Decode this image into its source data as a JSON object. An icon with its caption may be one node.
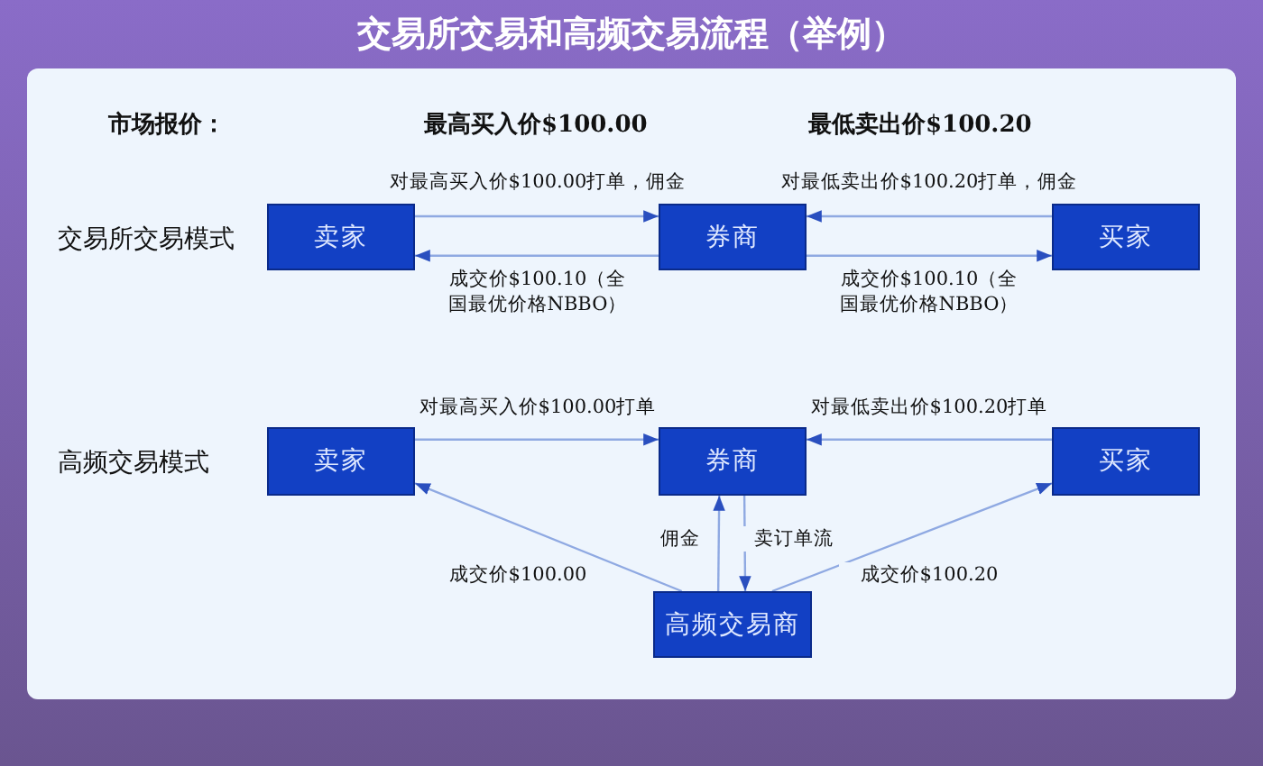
{
  "diagram": {
    "title": "交易所交易和高频交易流程（举例）",
    "nodes": [
      {
        "text": [
          "卖家"
        ]
      },
      {
        "text": [
          "券商"
        ]
      },
      {
        "text": [
          "买家"
        ]
      },
      {
        "text": [
          "卖家"
        ]
      },
      {
        "text": [
          "券商"
        ]
      },
      {
        "text": [
          "买家"
        ]
      },
      {
        "text": [
          "高频交易商"
        ]
      }
    ],
    "edges": [
      {
        "from": 0,
        "to": 1,
        "arrow": "to",
        "label": "对最高买入价$100.00打单，佣金"
      },
      {
        "from": 1,
        "to": 0,
        "arrow": "to",
        "label": "成交价$100.10（全国最优价格NBBO）"
      },
      {
        "from": 2,
        "to": 1,
        "arrow": "to",
        "label": "对最低卖出价$100.20打单，佣金"
      },
      {
        "from": 1,
        "to": 2,
        "arrow": "to",
        "label": "成交价$100.10（全国最优价格NBBO）"
      },
      {
        "from": 3,
        "to": 4,
        "arrow": "to",
        "label": "对最高买入价$100.00打单"
      },
      {
        "from": 5,
        "to": 4,
        "arrow": "to",
        "label": "对最低卖出价$100.20打单"
      },
      {
        "from": 6,
        "to": 3,
        "arrow": "to",
        "label": "成交价$100.00"
      },
      {
        "from": 6,
        "to": 4,
        "arrow": "to",
        "label": "佣金"
      },
      {
        "from": 4,
        "to": 6,
        "arrow": "to",
        "label": "卖订单流"
      },
      {
        "from": 6,
        "to": 5,
        "arrow": "to",
        "label": "成交价$100.20"
      }
    ],
    "labels": [
      "市场报价：",
      "最高买入价$100.00",
      "最低卖出价$100.20",
      "交易所交易模式",
      "高频交易模式"
    ]
  }
}
